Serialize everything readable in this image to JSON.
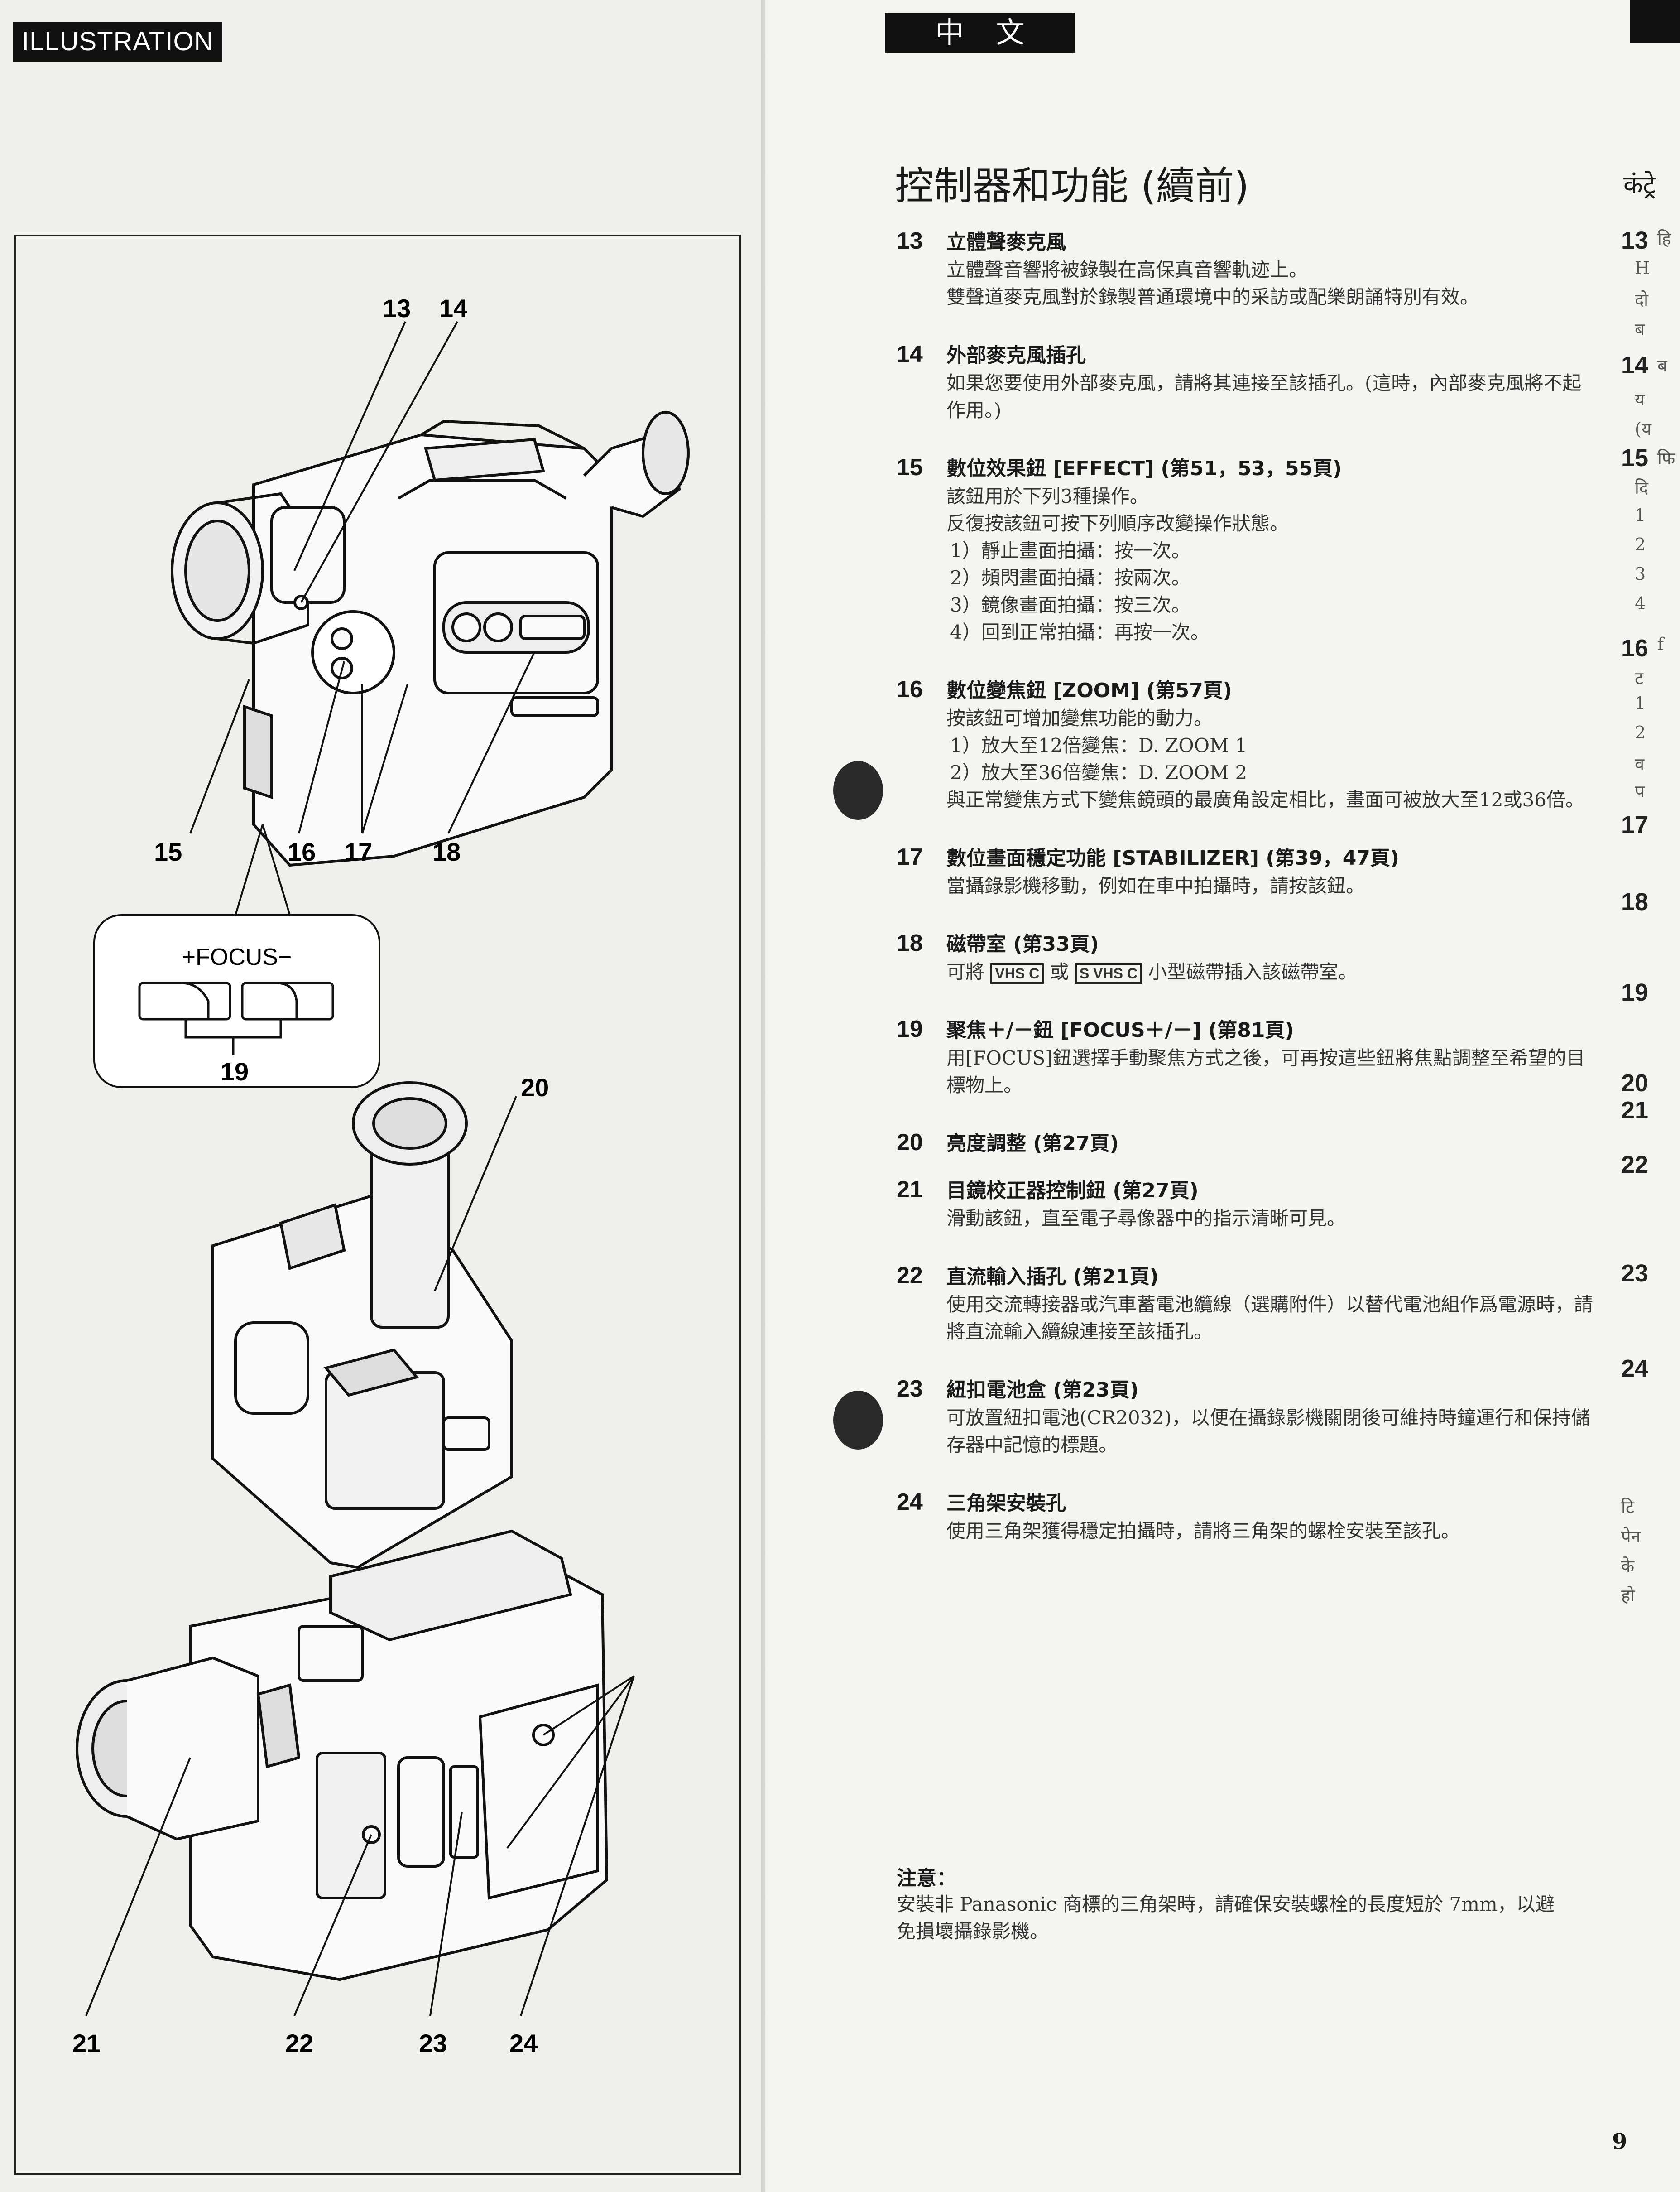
{
  "left_page": {
    "tab_label": "ILLUSTRATION",
    "callouts_top": [
      "13",
      "14",
      "15",
      "16",
      "17",
      "18",
      "19"
    ],
    "focus_label": "+FOCUS−",
    "callout_middle": "20",
    "callouts_bottom": [
      "21",
      "22",
      "23",
      "24"
    ]
  },
  "right_page": {
    "lang_tab": "中文",
    "section_title": "控制器和功能 (續前)",
    "page_number": "9",
    "items": [
      {
        "num": "13",
        "heading": "立體聲麥克風",
        "desc": [
          "立體聲音響將被錄製在高保真音響軌迹上。",
          "雙聲道麥克風對於錄製普通環境中的采訪或配樂朗誦特別有效。"
        ]
      },
      {
        "num": "14",
        "heading": "外部麥克風插孔",
        "desc": [
          "如果您要使用外部麥克風，請將其連接至該插孔。(這時，內部麥克風將不起作用。)"
        ]
      },
      {
        "num": "15",
        "heading": "數位效果鈕 [EFFECT] (第51，53，55頁)",
        "desc": [
          "該鈕用於下列3種操作。",
          "反復按該鈕可按下列順序改變操作狀態。"
        ],
        "list": [
          "1）靜止畫面拍攝：按一次。",
          "2）頻閃畫面拍攝：按兩次。",
          "3）鏡像畫面拍攝：按三次。",
          "4）回到正常拍攝：再按一次。"
        ]
      },
      {
        "num": "16",
        "heading": "數位變焦鈕 [ZOOM] (第57頁)",
        "desc": [
          "按該鈕可增加變焦功能的動力。"
        ],
        "list": [
          "1）放大至12倍變焦：D. ZOOM 1",
          "2）放大至36倍變焦：D. ZOOM 2"
        ],
        "desc_after": [
          "與正常變焦方式下變焦鏡頭的最廣角設定相比，畫面可被放大至12或36倍。"
        ]
      },
      {
        "num": "17",
        "heading": "數位畫面穩定功能 [STABILIZER] (第39，47頁)",
        "desc": [
          "當攝錄影機移動，例如在車中拍攝時，請按該鈕。"
        ]
      },
      {
        "num": "18",
        "heading": "磁帶室 (第33頁)",
        "desc_pre": "可將",
        "vhs1": "VHS C",
        "desc_mid": "或",
        "vhs2": "S VHS C",
        "desc_post": "小型磁帶插入該磁帶室。"
      },
      {
        "num": "19",
        "heading": "聚焦＋/－鈕 [FOCUS＋/－] (第81頁)",
        "desc": [
          "用[FOCUS]鈕選擇手動聚焦方式之後，可再按這些鈕將焦點調整至希望的目標物上。"
        ]
      },
      {
        "num": "20",
        "heading": "亮度調整 (第27頁)",
        "desc": []
      },
      {
        "num": "21",
        "heading": "目鏡校正器控制鈕 (第27頁)",
        "desc": [
          "滑動該鈕，直至電子尋像器中的指示清晰可見。"
        ]
      },
      {
        "num": "22",
        "heading": "直流輸入插孔 (第21頁)",
        "desc": [
          "使用交流轉接器或汽車蓄電池纜線（選購附件）以替代電池組作爲電源時，請將直流輸入纜線連接至該插孔。"
        ]
      },
      {
        "num": "23",
        "heading": "紐扣電池盒 (第23頁)",
        "desc": [
          "可放置紐扣電池(CR2032)，以便在攝錄影機關閉後可維持時鐘運行和保持儲存器中記憶的標題。"
        ]
      },
      {
        "num": "24",
        "heading": "三角架安裝孔",
        "desc": [
          "使用三角架獲得穩定拍攝時，請將三角架的螺栓安裝至該孔。"
        ]
      }
    ],
    "note": {
      "heading": "注意：",
      "body": "安裝非 Panasonic 商標的三角架時，請確保安裝螺栓的長度短於 7mm，以避免損壞攝錄影機。"
    }
  },
  "adjacent_page": {
    "title_fragment": "कंट्रे",
    "numbers": [
      "13",
      "14",
      "15",
      "16",
      "17",
      "18",
      "19",
      "20",
      "21",
      "22",
      "23",
      "24"
    ],
    "fragments": [
      "हि",
      "H",
      "दो",
      "ब",
      "ब",
      "य",
      "(य",
      "फि",
      "दि",
      "1",
      "2",
      "3",
      "4",
      "f",
      "ट",
      "1",
      "2",
      "व",
      "प",
      "टि",
      "पेन",
      "के",
      "हो"
    ]
  },
  "colors": {
    "ink": "#1a1a1a",
    "tab_bg": "#111111",
    "paper": "#f4f4f1"
  }
}
